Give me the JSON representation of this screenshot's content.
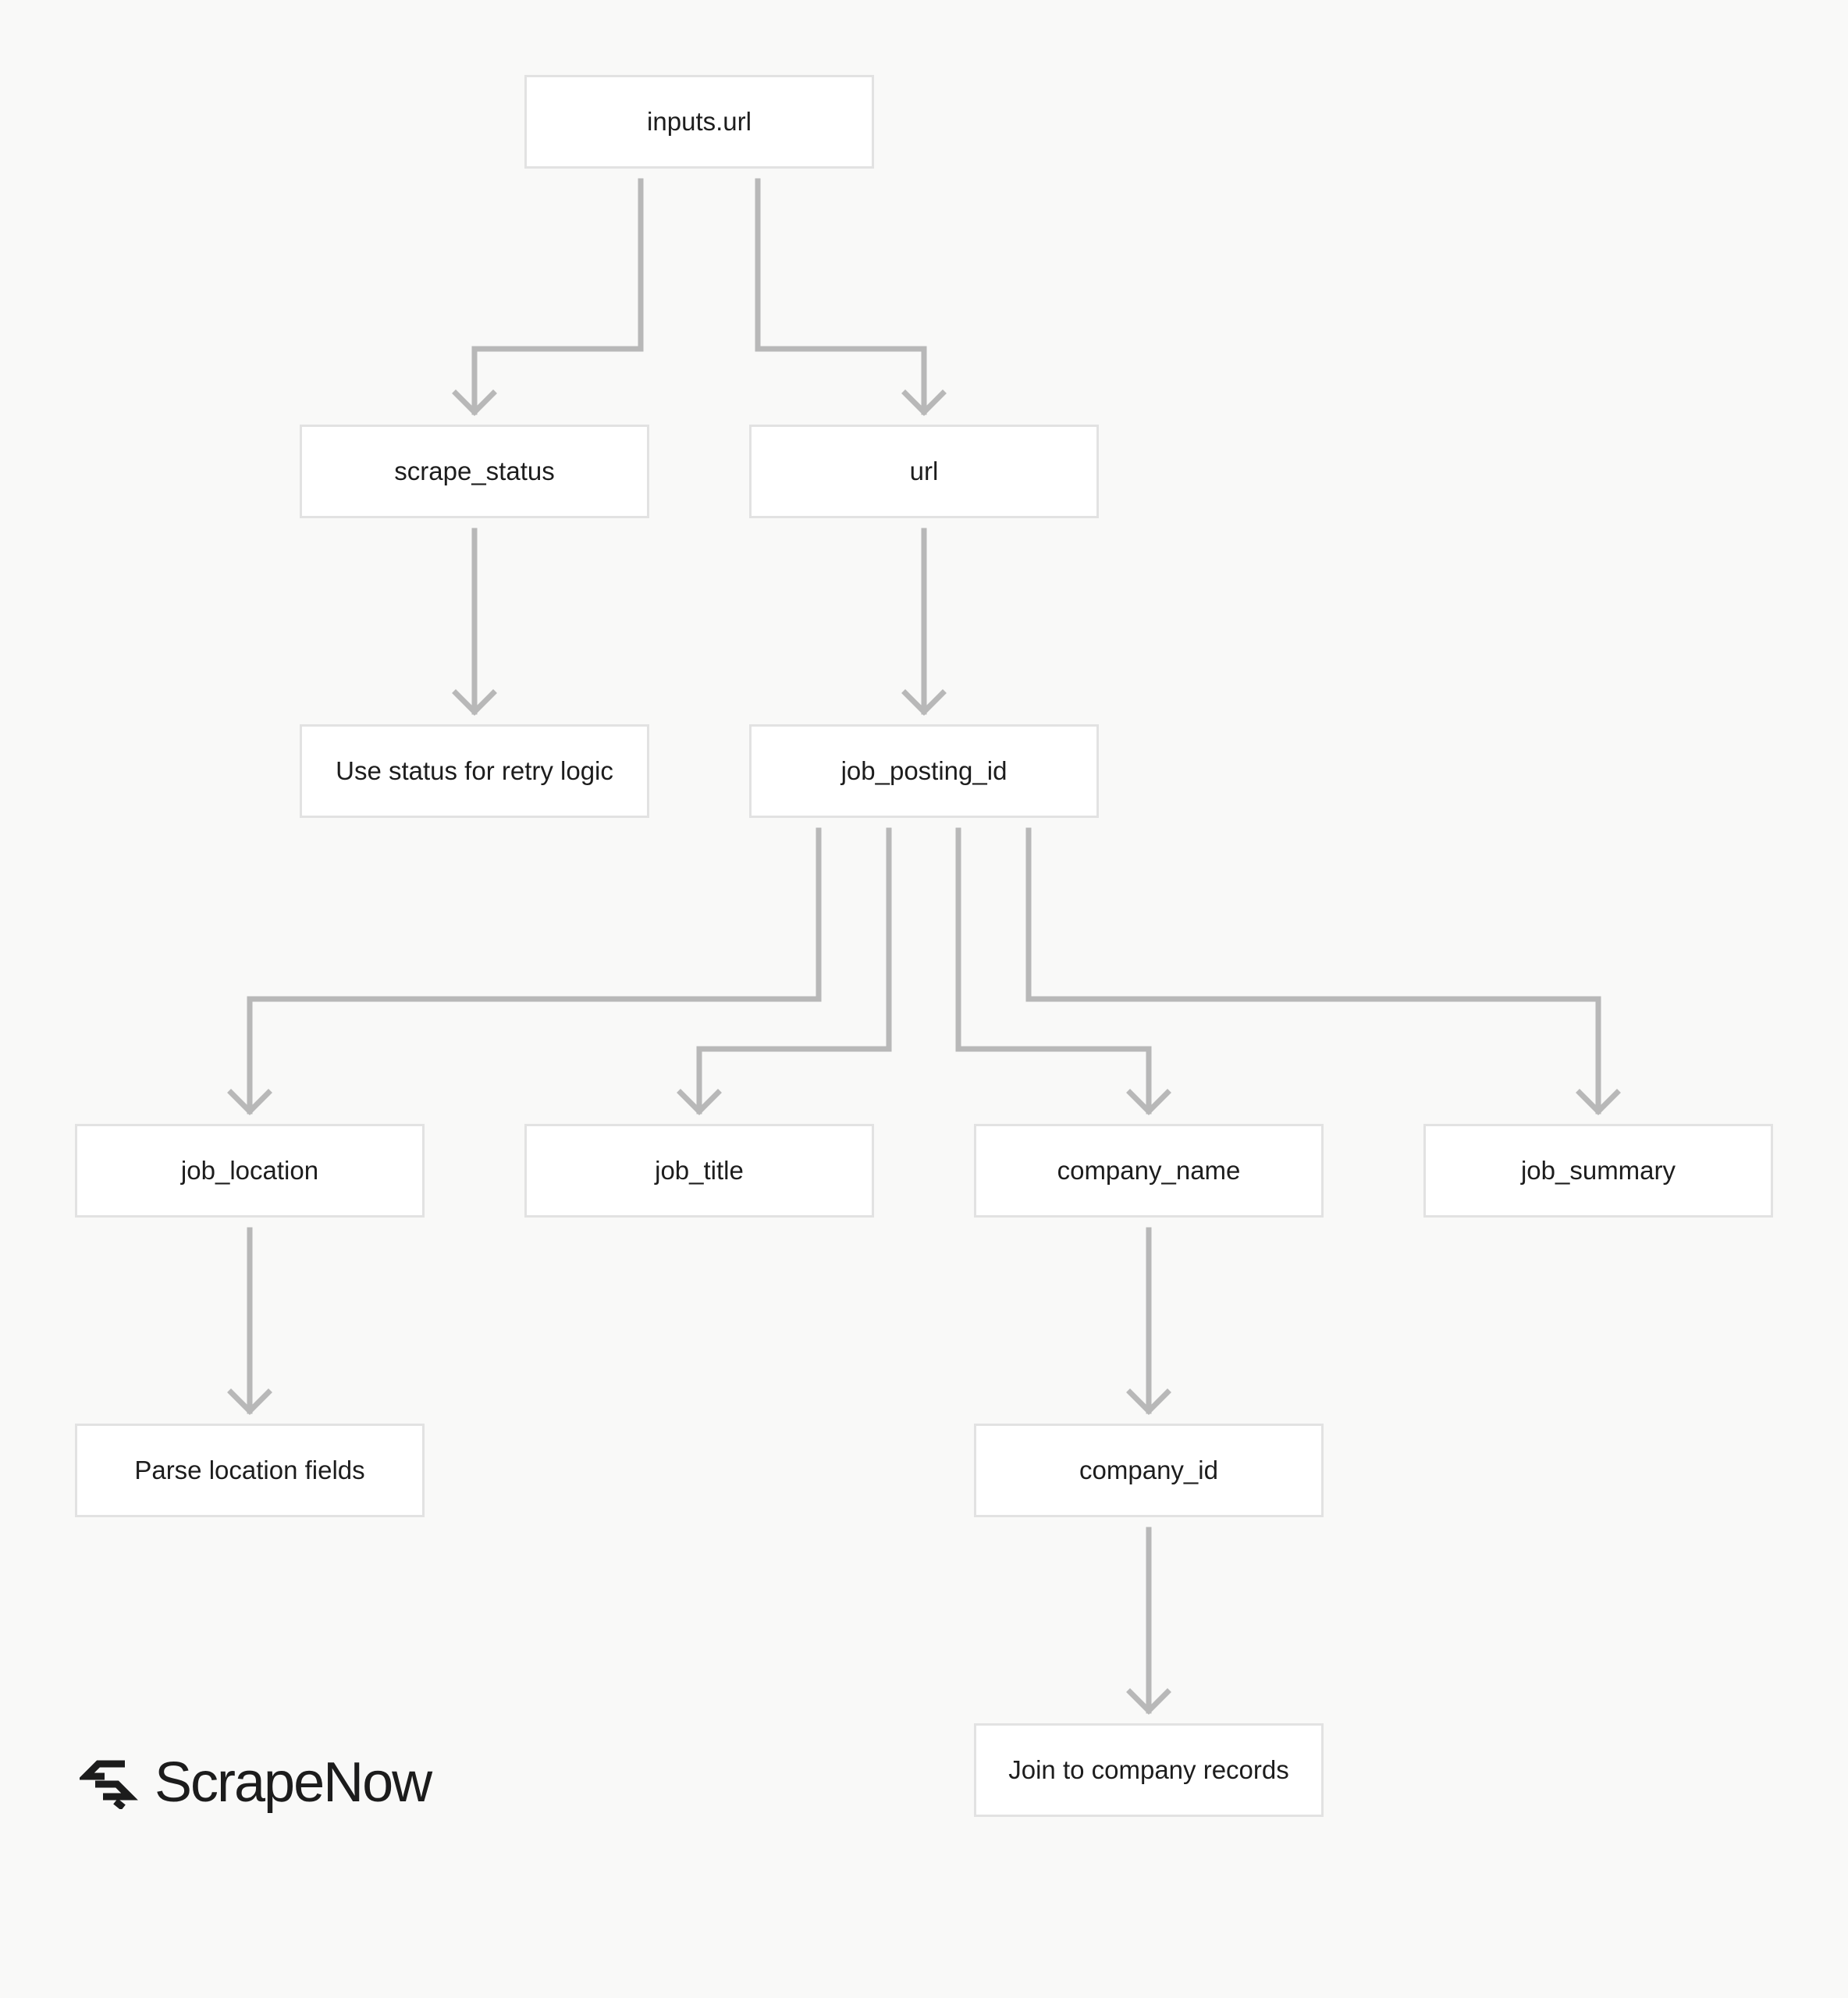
{
  "diagram": {
    "nodes": [
      {
        "id": "inputs_url",
        "label": "inputs.url"
      },
      {
        "id": "scrape_status",
        "label": "scrape_status"
      },
      {
        "id": "url",
        "label": "url"
      },
      {
        "id": "retry",
        "label": "Use status for retry logic"
      },
      {
        "id": "job_posting_id",
        "label": "job_posting_id"
      },
      {
        "id": "job_location",
        "label": "job_location"
      },
      {
        "id": "job_title",
        "label": "job_title"
      },
      {
        "id": "company_name",
        "label": "company_name"
      },
      {
        "id": "job_summary",
        "label": "job_summary"
      },
      {
        "id": "parse_location",
        "label": "Parse location fields"
      },
      {
        "id": "company_id",
        "label": "company_id"
      },
      {
        "id": "join_company",
        "label": "Join to company records"
      }
    ],
    "edges": [
      {
        "from": "inputs_url",
        "to": "scrape_status"
      },
      {
        "from": "inputs_url",
        "to": "url"
      },
      {
        "from": "scrape_status",
        "to": "retry"
      },
      {
        "from": "url",
        "to": "job_posting_id"
      },
      {
        "from": "job_posting_id",
        "to": "job_location"
      },
      {
        "from": "job_posting_id",
        "to": "job_title"
      },
      {
        "from": "job_posting_id",
        "to": "company_name"
      },
      {
        "from": "job_posting_id",
        "to": "job_summary"
      },
      {
        "from": "job_location",
        "to": "parse_location"
      },
      {
        "from": "company_name",
        "to": "company_id"
      },
      {
        "from": "company_id",
        "to": "join_company"
      }
    ]
  },
  "brand": {
    "name": "ScrapeNow",
    "logo_icon": "scrapenow-logo-icon"
  },
  "colors": {
    "background": "#f9f9f8",
    "node_fill": "#ffffff",
    "node_border": "#e2e2e2",
    "edge": "#b8b8b8",
    "text": "#1d1d1d"
  }
}
